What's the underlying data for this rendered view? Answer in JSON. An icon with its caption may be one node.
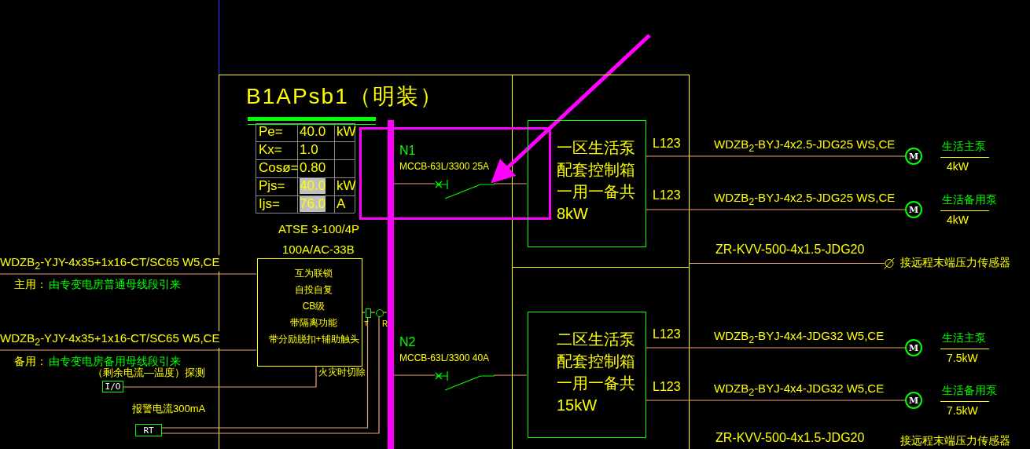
{
  "diagram": {
    "nodes": [
      {
        "text": [
          "B1APsb1（明装）"
        ]
      },
      {
        "text": [
          "互为联锁",
          "自投自复",
          "CB级",
          "带隔离功能",
          "带分励脱扣+辅助触头"
        ],
        "in": 0,
        "beside": [
          "ATSE 3-100/4P",
          "100A/AC-33B"
        ]
      },
      {
        "text": [
          "一区生活泵配套控制箱一用一备共8kW"
        ],
        "in": 0
      },
      {
        "text": [
          "二区生活泵配套控制箱一用一备共15kW"
        ],
        "in": 0
      },
      {
        "text": [],
        "shape": "bar",
        "in": 0
      },
      {
        "text": [],
        "shape": "switch",
        "in": 0,
        "beside": [
          "N1",
          "MCCB-63L/3300 25A"
        ]
      },
      {
        "text": [],
        "shape": "switch",
        "in": 0,
        "beside": [
          "N2",
          "MCCB-63L/3300 40A"
        ]
      },
      {
        "text": [],
        "shape": "box",
        "in": 0,
        "beside": [
          "T"
        ]
      },
      {
        "text": [],
        "shape": "circle",
        "in": 0,
        "beside": [
          "R"
        ]
      },
      {
        "text": [
          "M"
        ],
        "beside": [
          "生活主泵",
          "4kW"
        ]
      },
      {
        "text": [
          "M"
        ],
        "beside": [
          "生活备用泵",
          "4kW"
        ]
      },
      {
        "text": [
          "M"
        ],
        "beside": [
          "生活主泵",
          "7.5kW"
        ]
      },
      {
        "text": [
          "M"
        ],
        "beside": [
          "生活备用泵",
          "7.5kW"
        ]
      },
      {
        "text": [
          "I/O"
        ]
      },
      {
        "text": [
          "RT"
        ]
      }
    ],
    "edges": [
      {
        "from": null,
        "to": 1,
        "arrow": "none",
        "label": "WDZB$_{2}$-YJY-4x35+1x16-CT/SC65 W5,CE"
      },
      {
        "from": null,
        "to": 1,
        "arrow": "none",
        "label": "WDZB$_{2}$-YJY-4x35+1x16-CT/SC65 W5,CE"
      },
      {
        "from": 1,
        "to": 7,
        "arrow": "none"
      },
      {
        "from": 7,
        "to": 8,
        "arrow": "none"
      },
      {
        "from": 8,
        "to": 4,
        "arrow": "none"
      },
      {
        "from": 4,
        "to": 5,
        "arrow": "none"
      },
      {
        "from": 5,
        "to": 2,
        "arrow": "none"
      },
      {
        "from": 4,
        "to": 6,
        "arrow": "none"
      },
      {
        "from": 6,
        "to": 3,
        "arrow": "none"
      },
      {
        "from": 2,
        "to": 9,
        "arrow": "none",
        "label": "WDZB$_{2}$-BYJ-4x2.5-JDG25 WS,CE"
      },
      {
        "from": 2,
        "to": 10,
        "arrow": "none",
        "label": "WDZB$_{2}$-BYJ-4x2.5-JDG25 WS,CE"
      },
      {
        "from": 3,
        "to": 11,
        "arrow": "none",
        "label": "WDZB$_{2}$-BYJ-4x4-JDG32 W5,CE"
      },
      {
        "from": 3,
        "to": 12,
        "arrow": "none",
        "label": "WDZB$_{2}$-BYJ-4x4-JDG32 W5,CE"
      },
      {
        "from": 13,
        "to": 1,
        "arrow": "none"
      },
      {
        "from": 14,
        "to": 7,
        "arrow": "none"
      },
      {
        "from": 14,
        "to": 8,
        "arrow": "none"
      },
      {
        "from": null,
        "to": 5,
        "arrow": "to",
        "style": "thick",
        "color": "#ff00ff"
      }
    ],
    "labels": [
      "Pe=",
      "40.0",
      "kW",
      "Kx=",
      "1.0",
      "Cosø=",
      "0.80",
      "Pjs=",
      "40.0",
      "kW",
      "Ijs=",
      "76.0",
      "A",
      "主用：",
      "由专变电房普通母线段引来",
      "备用：",
      "由专变电房备用母线段引来",
      "（剩余电流—温度）探测",
      "报警电流300mA",
      "火灾时切除",
      "L123",
      "L123",
      "ZR-KVV-500-4x1.5-JDG20",
      "接远程末端压力传感器",
      "L123",
      "L123",
      "ZR-KVV-500-4x1.5-JDG20",
      "接远程末端压力传感器"
    ]
  }
}
